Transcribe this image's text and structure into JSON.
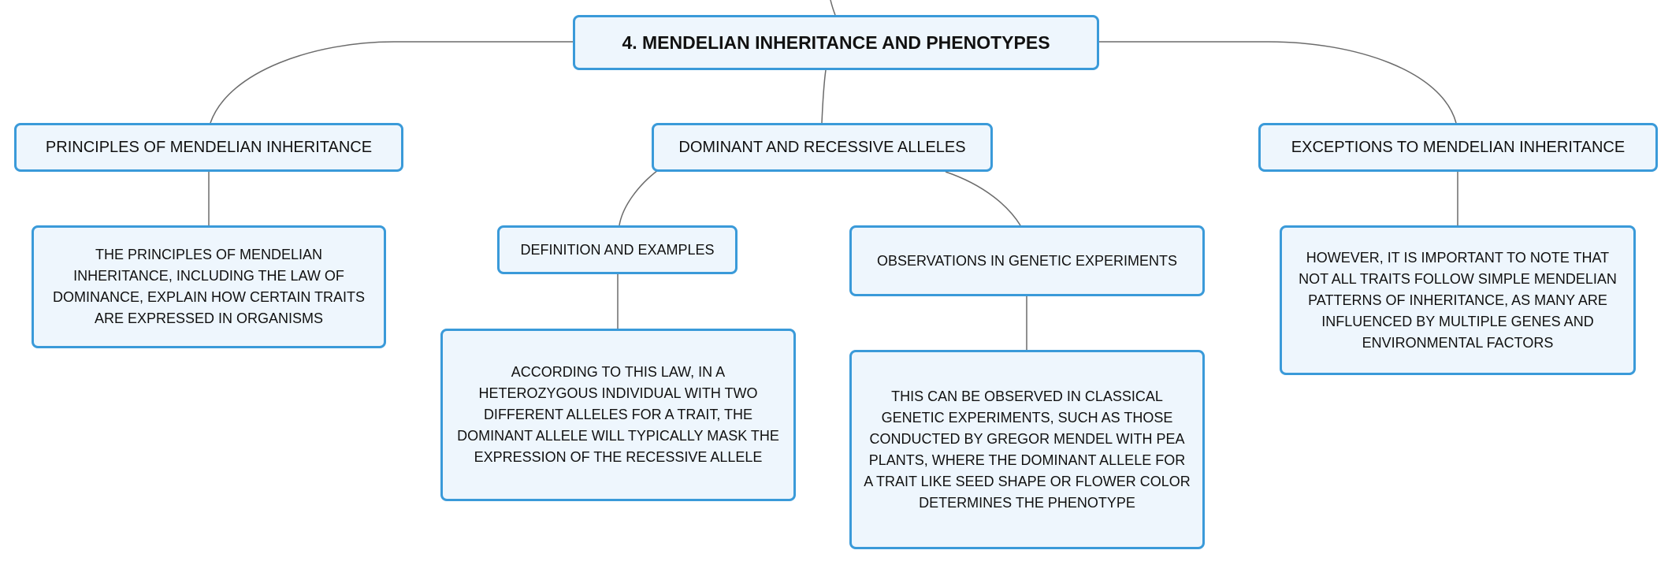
{
  "mindmap": {
    "root": {
      "label": "4. MENDELIAN INHERITANCE AND PHENOTYPES"
    },
    "branches": [
      {
        "label": "PRINCIPLES OF MENDELIAN INHERITANCE",
        "text": "THE PRINCIPLES OF MENDELIAN INHERITANCE, INCLUDING THE LAW OF DOMINANCE, EXPLAIN HOW CERTAIN TRAITS ARE EXPRESSED IN ORGANISMS"
      },
      {
        "label": "DOMINANT AND RECESSIVE ALLELES",
        "children": [
          {
            "label": "DEFINITION AND EXAMPLES",
            "text": "ACCORDING TO THIS LAW, IN A HETEROZYGOUS INDIVIDUAL WITH TWO DIFFERENT ALLELES FOR A TRAIT, THE DOMINANT ALLELE WILL TYPICALLY MASK THE EXPRESSION OF THE RECESSIVE ALLELE"
          },
          {
            "label": "OBSERVATIONS IN GENETIC EXPERIMENTS",
            "text": "THIS CAN BE OBSERVED IN CLASSICAL GENETIC EXPERIMENTS, SUCH AS THOSE CONDUCTED BY GREGOR MENDEL WITH PEA PLANTS, WHERE THE DOMINANT ALLELE FOR A TRAIT LIKE SEED SHAPE OR FLOWER COLOR DETERMINES THE PHENOTYPE"
          }
        ]
      },
      {
        "label": "EXCEPTIONS TO MENDELIAN INHERITANCE",
        "text": "HOWEVER, IT IS IMPORTANT TO NOTE THAT NOT ALL TRAITS FOLLOW SIMPLE MENDELIAN PATTERNS OF INHERITANCE, AS MANY ARE INFLUENCED BY MULTIPLE GENES AND ENVIRONMENTAL FACTORS"
      }
    ]
  }
}
